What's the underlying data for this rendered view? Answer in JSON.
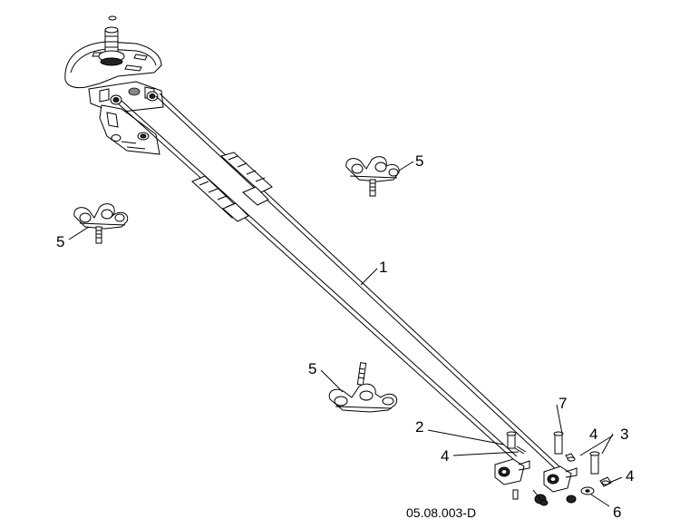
{
  "diagram": {
    "drawing_number": "05.08.003-D",
    "callouts": [
      {
        "id": "callout-1",
        "label": "1"
      },
      {
        "id": "callout-2",
        "label": "2"
      },
      {
        "id": "callout-3",
        "label": "3"
      },
      {
        "id": "callout-4a",
        "label": "4"
      },
      {
        "id": "callout-4b",
        "label": "4"
      },
      {
        "id": "callout-4c",
        "label": "4"
      },
      {
        "id": "callout-5a",
        "label": "5"
      },
      {
        "id": "callout-5b",
        "label": "5"
      },
      {
        "id": "callout-5c",
        "label": "5"
      },
      {
        "id": "callout-6",
        "label": "6"
      },
      {
        "id": "callout-7",
        "label": "7"
      }
    ]
  }
}
